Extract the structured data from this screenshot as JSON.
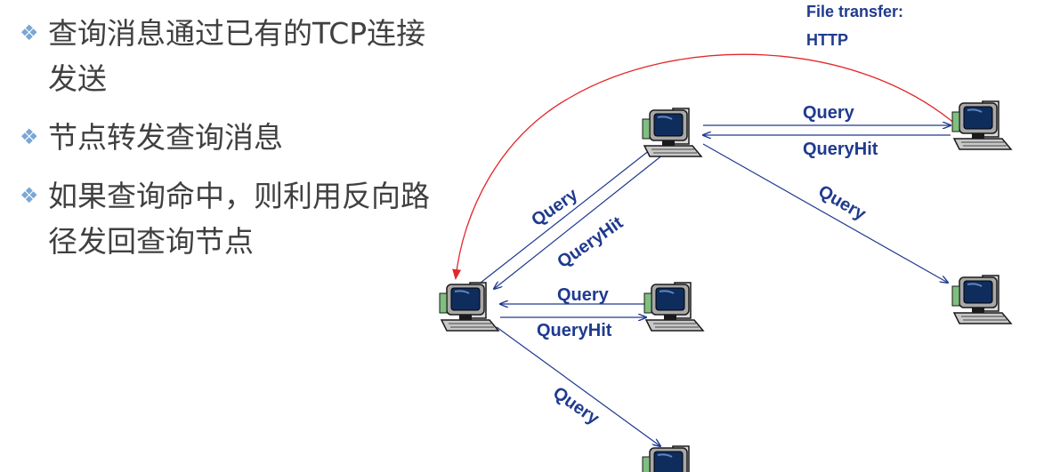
{
  "bullets": [
    {
      "text": "查询消息通过已有的TCP连接发送",
      "icon": "diamond-bullet-icon"
    },
    {
      "text": "节点转发查询消息",
      "icon": "diamond-bullet-icon"
    },
    {
      "text": "如果查询命中，则利用反向路径发回查询节点",
      "icon": "diamond-bullet-icon"
    }
  ],
  "diagram": {
    "file_transfer_label": "File transfer:",
    "http_label": "HTTP",
    "query_label": "Query",
    "queryhit_label": "QueryHit",
    "colors": {
      "bullet": "#7aa7d6",
      "arrow": "#1f3a8f",
      "transfer_arrow": "#e3262a",
      "text": "#404040"
    },
    "nodes": [
      "computer-icon",
      "computer-icon",
      "computer-icon",
      "computer-icon",
      "computer-icon",
      "computer-icon"
    ]
  }
}
